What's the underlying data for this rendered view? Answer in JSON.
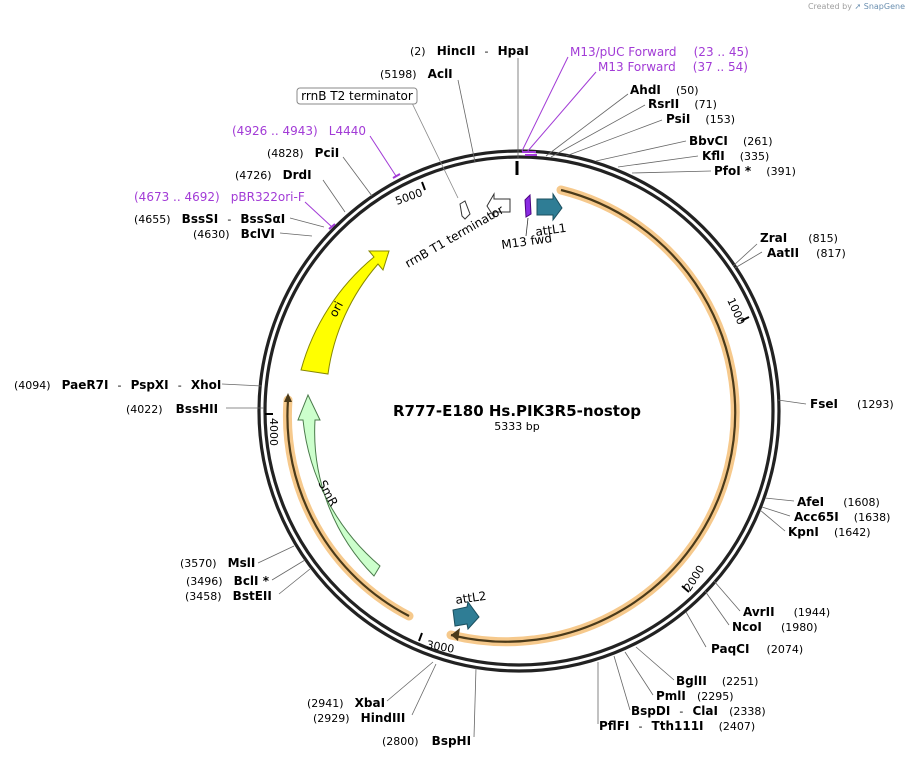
{
  "credit": {
    "prefix": "Created by",
    "brand": "SnapGene"
  },
  "plasmid": {
    "name": "R777-E180 Hs.PIK3R5-nostop",
    "size": "5333 bp",
    "length": 5333
  },
  "ticks": [
    "1000",
    "2000",
    "3000",
    "4000",
    "5000"
  ],
  "enzymes": [
    {
      "pos": "(2)",
      "name": "HincII",
      "name2": "HpaI",
      "site": 2
    },
    {
      "pos": "(5198)",
      "name": "AclI",
      "site": 5198
    },
    {
      "pos": "(50)",
      "name": "AhdI",
      "site": 50
    },
    {
      "pos": "(71)",
      "name": "RsrII",
      "site": 71
    },
    {
      "pos": "(153)",
      "name": "PsiI",
      "site": 153
    },
    {
      "pos": "(261)",
      "name": "BbvCI",
      "site": 261
    },
    {
      "pos": "(335)",
      "name": "KflI",
      "site": 335
    },
    {
      "pos": "(391)",
      "name": "PfoI *",
      "site": 391
    },
    {
      "pos": "(815)",
      "name": "ZraI",
      "site": 815
    },
    {
      "pos": "(817)",
      "name": "AatII",
      "site": 817
    },
    {
      "pos": "(1293)",
      "name": "FseI",
      "site": 1293
    },
    {
      "pos": "(1608)",
      "name": "AfeI",
      "site": 1608
    },
    {
      "pos": "(1638)",
      "name": "Acc65I",
      "site": 1638
    },
    {
      "pos": "(1642)",
      "name": "KpnI",
      "site": 1642
    },
    {
      "pos": "(1944)",
      "name": "AvrII",
      "site": 1944
    },
    {
      "pos": "(1980)",
      "name": "NcoI",
      "site": 1980
    },
    {
      "pos": "(2074)",
      "name": "PaqCI",
      "site": 2074
    },
    {
      "pos": "(2251)",
      "name": "BglII",
      "site": 2251
    },
    {
      "pos": "(2295)",
      "name": "PmlI",
      "site": 2295
    },
    {
      "pos": "(2338)",
      "name": "BspDI",
      "name2": "ClaI",
      "site": 2338
    },
    {
      "pos": "(2407)",
      "name": "PflFI",
      "name2": "Tth111I",
      "site": 2407
    },
    {
      "pos": "(2800)",
      "name": "BspHI",
      "site": 2800
    },
    {
      "pos": "(2929)",
      "name": "HindIII",
      "site": 2929
    },
    {
      "pos": "(2941)",
      "name": "XbaI",
      "site": 2941
    },
    {
      "pos": "(3458)",
      "name": "BstEII",
      "site": 3458
    },
    {
      "pos": "(3496)",
      "name": "BclI *",
      "site": 3496
    },
    {
      "pos": "(3570)",
      "name": "MslI",
      "site": 3570
    },
    {
      "pos": "(4022)",
      "name": "BssHII",
      "site": 4022
    },
    {
      "pos": "(4094)",
      "name": "PaeR7I",
      "name2": "PspXI",
      "name3": "XhoI",
      "site": 4094
    },
    {
      "pos": "(4630)",
      "name": "BclVI",
      "site": 4630
    },
    {
      "pos": "(4655)",
      "name": "BssSI",
      "name2": "BssSαI",
      "site": 4655
    },
    {
      "pos": "(4726)",
      "name": "DrdI",
      "site": 4726
    },
    {
      "pos": "(4828)",
      "name": "PciI",
      "site": 4828
    }
  ],
  "primers": [
    {
      "name": "M13/pUC Forward",
      "range": "(23 .. 45)"
    },
    {
      "name": "M13 Forward",
      "range": "(37 .. 54)"
    },
    {
      "name": "L4440",
      "range": "(4926 .. 4943)"
    },
    {
      "name": "pBR322ori-F",
      "range": "(4673 .. 4692)"
    }
  ],
  "features": {
    "attL1": "attL1",
    "attL2": "attL2",
    "m13fwd": "M13 fwd",
    "rrnB_T1": "rrnB T1 terminator",
    "rrnB_T2": "rrnB T2 terminator",
    "ori": "ori",
    "smr": "SmR"
  },
  "colors": {
    "orf": "#f6a33a",
    "attL": "#2f7d95",
    "ori": "#ffff00",
    "smr": "#ccffcc",
    "primer": "#a23bd6",
    "m13fwd": "#8a2be2"
  }
}
